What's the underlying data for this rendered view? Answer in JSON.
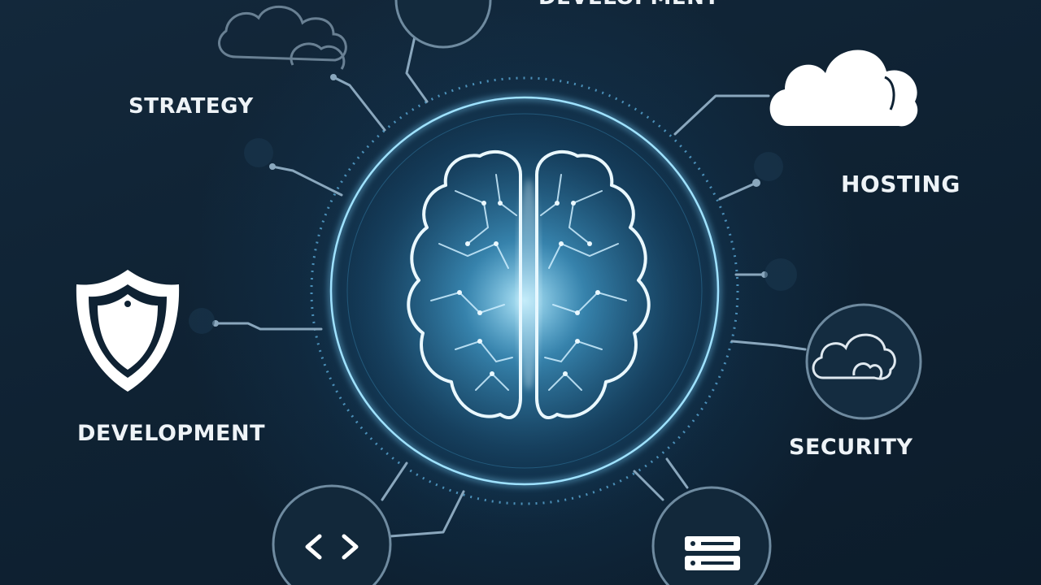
{
  "labels": {
    "strategy": "STRATEGY",
    "development_top": "DEVELOPMENT",
    "hosting": "HOSTING",
    "development_left": "DEVELOPMENT",
    "security": "SECURITY"
  },
  "icons": {
    "top_left": "cloud-outline-icon",
    "top_center": "circle-node-icon",
    "top_right": "cloud-icon",
    "left": "shield-icon",
    "right": "cloud-in-circle-icon",
    "bottom_left": "code-brackets-icon",
    "bottom_right": "server-icon",
    "center": "brain-icon"
  },
  "colors": {
    "background": "#0f2233",
    "ring": "#7fd6ff",
    "connector": "#8aa7bd",
    "icon": "#ffffff"
  }
}
